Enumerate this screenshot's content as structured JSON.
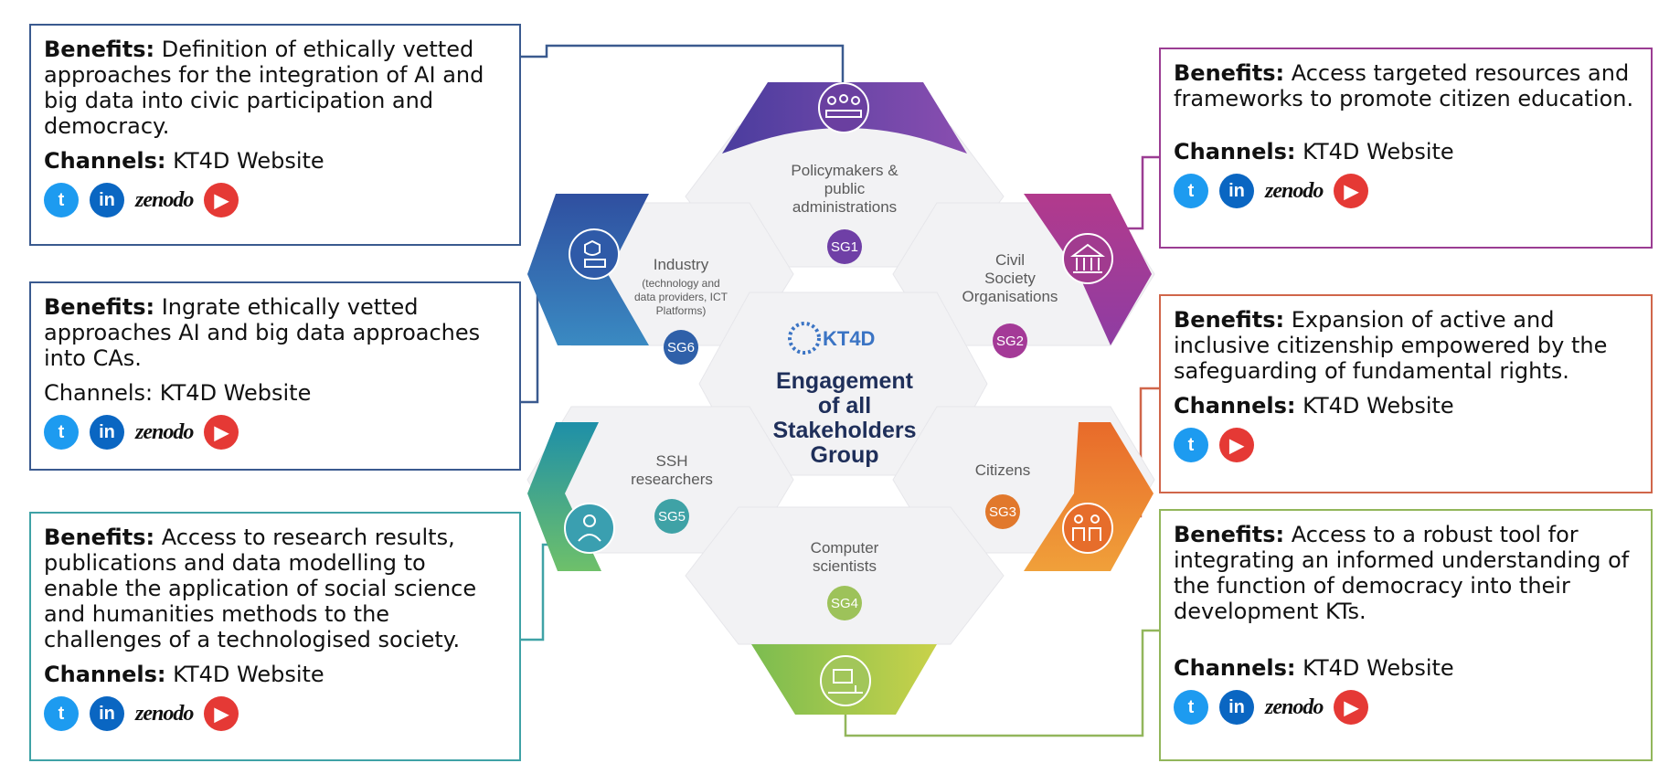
{
  "colors": {
    "sg1": "#6f3fa6",
    "sg2": "#a43a97",
    "sg3": "#e1782c",
    "sg4": "#9dc25a",
    "sg5": "#3fa2a6",
    "sg6": "#2f60a9",
    "blue_border": "#3a5a8f",
    "center_title": "#1f2f5a"
  },
  "center": {
    "logo": "KT4D",
    "title_lines": [
      "Engagement",
      "of all",
      "Stakeholders",
      "Group"
    ]
  },
  "groups": [
    {
      "id": "SG1",
      "name_lines": [
        "Policymakers &",
        "public",
        "administrations"
      ],
      "icon": "meeting-icon"
    },
    {
      "id": "SG2",
      "name_lines": [
        "Civil",
        "Society",
        "Organisations"
      ],
      "icon": "government-building-icon"
    },
    {
      "id": "SG3",
      "name_lines": [
        "Citizens"
      ],
      "icon": "people-icon"
    },
    {
      "id": "SG4",
      "name_lines": [
        "Computer",
        "scientists"
      ],
      "icon": "computer-user-icon"
    },
    {
      "id": "SG5",
      "name_lines": [
        "SSH",
        "researchers"
      ],
      "icon": "researcher-icon"
    },
    {
      "id": "SG6",
      "name_lines": [
        "Industry"
      ],
      "sub_lines": [
        "(technology and",
        "data providers, ICT",
        "Platforms)"
      ],
      "icon": "security-server-icon"
    }
  ],
  "boxes": {
    "sg1": {
      "benefits_label": "Benefits:",
      "benefits_text": "Definition of ethically vetted approaches for the integration of AI and big data into civic participation and democracy.",
      "channels_label": "Channels:",
      "channels_text": "KT4D Website",
      "icons": [
        "twitter-icon",
        "linkedin-icon",
        "zenodo-icon",
        "youtube-icon"
      ]
    },
    "sg6": {
      "benefits_label": "Benefits:",
      "benefits_text": "Ingrate ethically vetted approaches AI and big data approaches into CAs.",
      "channels_label": "Channels:",
      "channels_text": "KT4D Website",
      "icons": [
        "twitter-icon",
        "linkedin-icon",
        "zenodo-icon",
        "youtube-icon"
      ]
    },
    "sg5": {
      "benefits_label": "Benefits:",
      "benefits_text": "Access to research results, publications and data modelling to enable the application of social science and humanities methods to the challenges of a technologised society.",
      "channels_label": "Channels:",
      "channels_text": "KT4D Website",
      "icons": [
        "twitter-icon",
        "linkedin-icon",
        "zenodo-icon",
        "youtube-icon"
      ]
    },
    "sg2": {
      "benefits_label": "Benefits:",
      "benefits_text": "Access targeted resources and frameworks to promote citizen education.",
      "channels_label": "Channels:",
      "channels_text": "KT4D Website",
      "icons": [
        "twitter-icon",
        "linkedin-icon",
        "zenodo-icon",
        "youtube-icon"
      ]
    },
    "sg3": {
      "benefits_label": "Benefits:",
      "benefits_text": "Expansion of active and inclusive citizenship empowered by the safeguarding of fundamental rights.",
      "channels_label": "Channels:",
      "channels_text": "KT4D Website",
      "icons": [
        "twitter-icon",
        "youtube-icon"
      ]
    },
    "sg4": {
      "benefits_label": "Benefits:",
      "benefits_text": "Access to a robust tool for integrating an informed understanding of the function of democracy into their development KTs.",
      "channels_label": "Channels:",
      "channels_text": "KT4D Website",
      "icons": [
        "twitter-icon",
        "linkedin-icon",
        "zenodo-icon",
        "youtube-icon"
      ]
    }
  },
  "social": {
    "twitter_glyph": "t",
    "linkedin_glyph": "in",
    "zenodo_text": "zenodo",
    "youtube_glyph": "▶"
  }
}
